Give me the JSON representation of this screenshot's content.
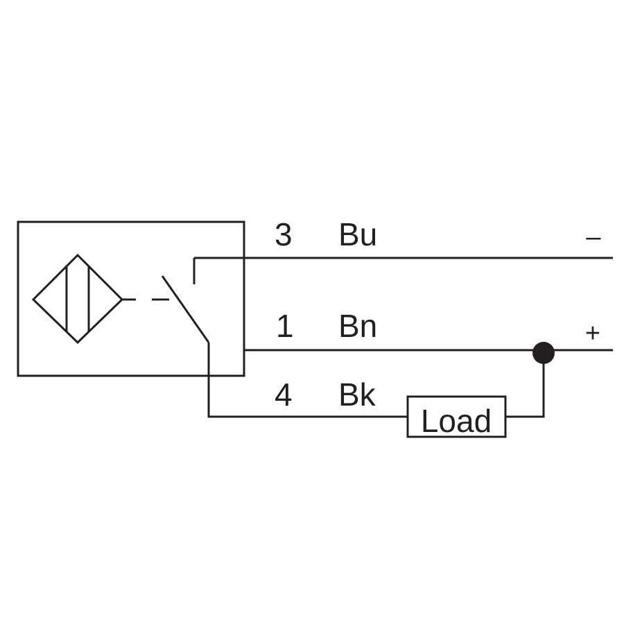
{
  "wires": [
    {
      "pin": "3",
      "color": "Bu",
      "polarity": "–"
    },
    {
      "pin": "1",
      "color": "Bn",
      "polarity": "+"
    },
    {
      "pin": "4",
      "color": "Bk"
    }
  ],
  "load": {
    "label": "Load"
  },
  "colors": {
    "ink": "#231f20",
    "background": "#ffffff"
  },
  "symbols": {
    "sensor_element": "inductive-sensor-diamond-icon",
    "switch": "normally-open-switch-icon",
    "junction": "junction-dot"
  }
}
